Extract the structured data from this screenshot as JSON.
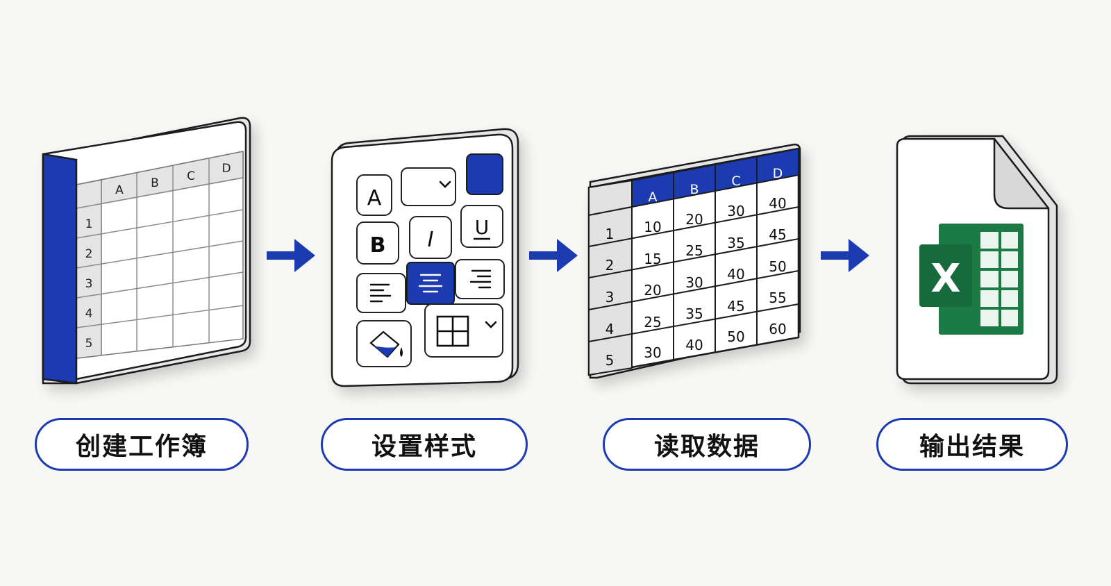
{
  "colors": {
    "accent": "#1d3bb0",
    "background": "#f7f7f5",
    "excel_green": "#1e7a45"
  },
  "steps": [
    {
      "label": "创建工作簿",
      "icon": "workbook-icon",
      "columns": [
        "A",
        "B",
        "C",
        "D"
      ],
      "rows": [
        "1",
        "2",
        "3",
        "4",
        "5"
      ]
    },
    {
      "label": "设置样式",
      "icon": "style-panel-icon",
      "buttons": {
        "font": "A",
        "bold": "B",
        "italic": "I",
        "underline": "U"
      }
    },
    {
      "label": "读取数据",
      "icon": "data-table-icon",
      "columns": [
        "A",
        "B",
        "C",
        "D"
      ],
      "rows": [
        "1",
        "2",
        "3",
        "4",
        "5"
      ],
      "cells": [
        [
          "10",
          "20",
          "30",
          "40"
        ],
        [
          "15",
          "25",
          "35",
          "45"
        ],
        [
          "20",
          "30",
          "40",
          "50"
        ],
        [
          "25",
          "35",
          "45",
          "55"
        ],
        [
          "30",
          "40",
          "50",
          "60"
        ]
      ]
    },
    {
      "label": "输出结果",
      "icon": "excel-file-icon",
      "logo_letter": "X"
    }
  ],
  "arrows": [
    "arrow-right-icon",
    "arrow-right-icon",
    "arrow-right-icon"
  ]
}
